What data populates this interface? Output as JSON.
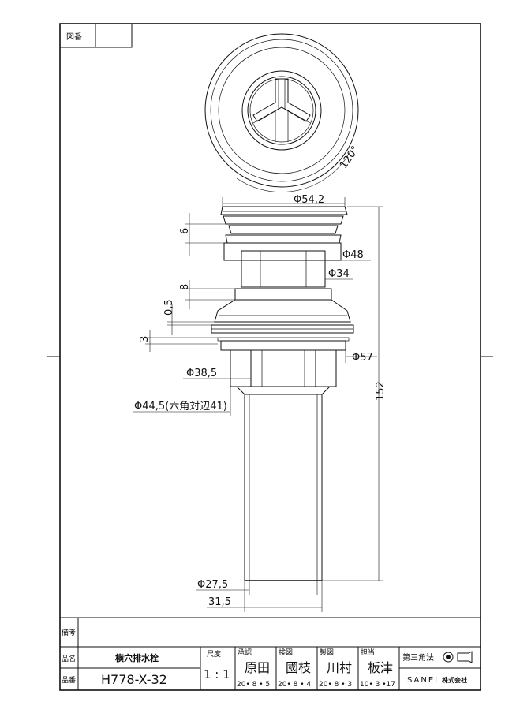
{
  "title_block": {
    "drawing_no_label": "図番",
    "remarks_label": "備考",
    "product_name_label": "品名",
    "product_name": "横穴排水栓",
    "product_no_label": "品番",
    "product_no": "H778-X-32",
    "scale_label": "尺度",
    "scale_value": "1 : 1",
    "approved_label": "承認",
    "approved_name": "原田",
    "approved_date": "20• 8 • 5",
    "checked_label": "検図",
    "checked_name": "國枝",
    "checked_date": "20• 8 • 4",
    "drawn_label": "製図",
    "drawn_name": "川村",
    "drawn_date": "20• 8 • 3",
    "charge_label": "担当",
    "charge_name": "板津",
    "charge_date": "10• 3 •17",
    "projection_label": "第三角法",
    "company": "SANEI",
    "company_suffix": "株式会社"
  },
  "dimensions": {
    "angle": "120°",
    "d_top": "Φ54,2",
    "h_6": "6",
    "d_48": "Φ48",
    "d_34": "Φ34",
    "h_8": "8",
    "h_05": "0,5",
    "h_3": "3",
    "d_57": "Φ57",
    "d_385": "Φ38,5",
    "d_445": "Φ44,5(六角対辺41)",
    "total_152": "152",
    "d_275": "Φ27,5",
    "w_315": "31,5"
  }
}
